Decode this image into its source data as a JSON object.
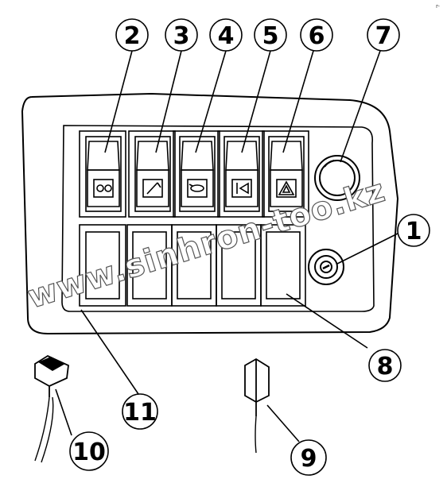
{
  "diagram": {
    "callouts": {
      "c1": "1",
      "c2": "2",
      "c3": "3",
      "c4": "4",
      "c5": "5",
      "c6": "6",
      "c7": "7",
      "c8": "8",
      "c9": "9",
      "c10": "10",
      "c11": "11"
    },
    "watermark": "www.sinhron-too.kz",
    "corner_mark": "r-"
  }
}
